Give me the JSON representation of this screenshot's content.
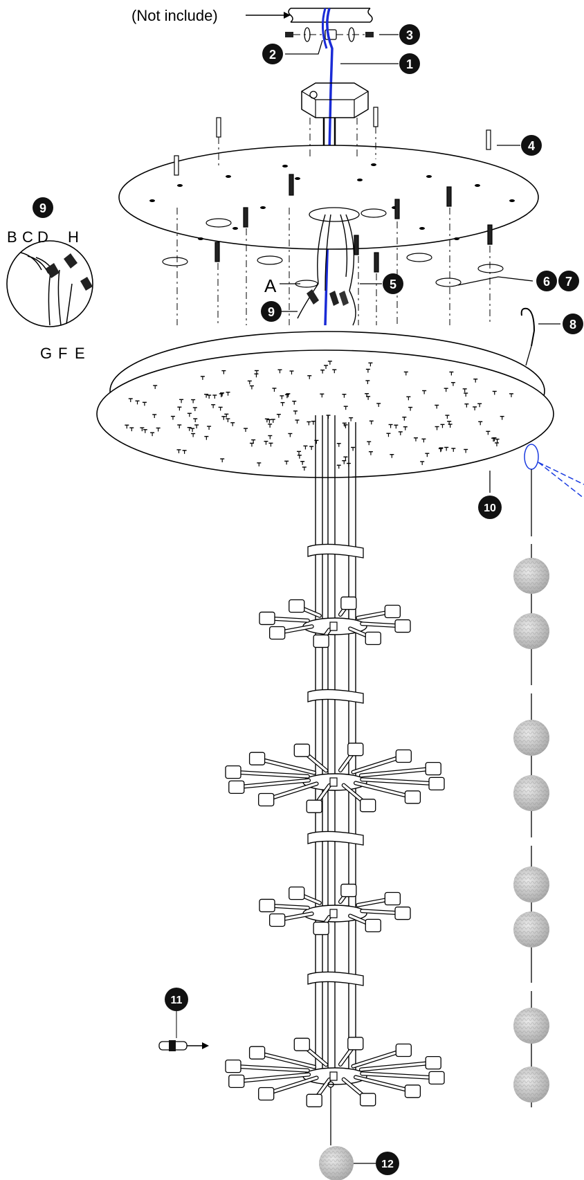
{
  "note_label": "(Not include)",
  "wire_labels": {
    "a": "A",
    "b": "B",
    "c": "C",
    "d": "D",
    "e": "E",
    "f": "F",
    "g": "G",
    "h": "H"
  },
  "callouts": {
    "c1": "1",
    "c2": "2",
    "c3": "3",
    "c4": "4",
    "c5": "5",
    "c6": "6",
    "c7": "7",
    "c8": "8",
    "c9_detail": "9",
    "c9": "9",
    "c10": "10",
    "c11": "11",
    "c12": "12"
  },
  "colors": {
    "line": "#000000",
    "supply_wire": "#1a2bd6",
    "callout_fill": "#111111",
    "callout_text": "#ffffff",
    "globe": "#cfcfcf",
    "leader_dashed": "#1a3be0"
  },
  "icons": [
    "lamp-holder-icon",
    "bulb-icon",
    "globe-icon",
    "hook-icon",
    "wire-nut-icon",
    "screw-icon"
  ]
}
